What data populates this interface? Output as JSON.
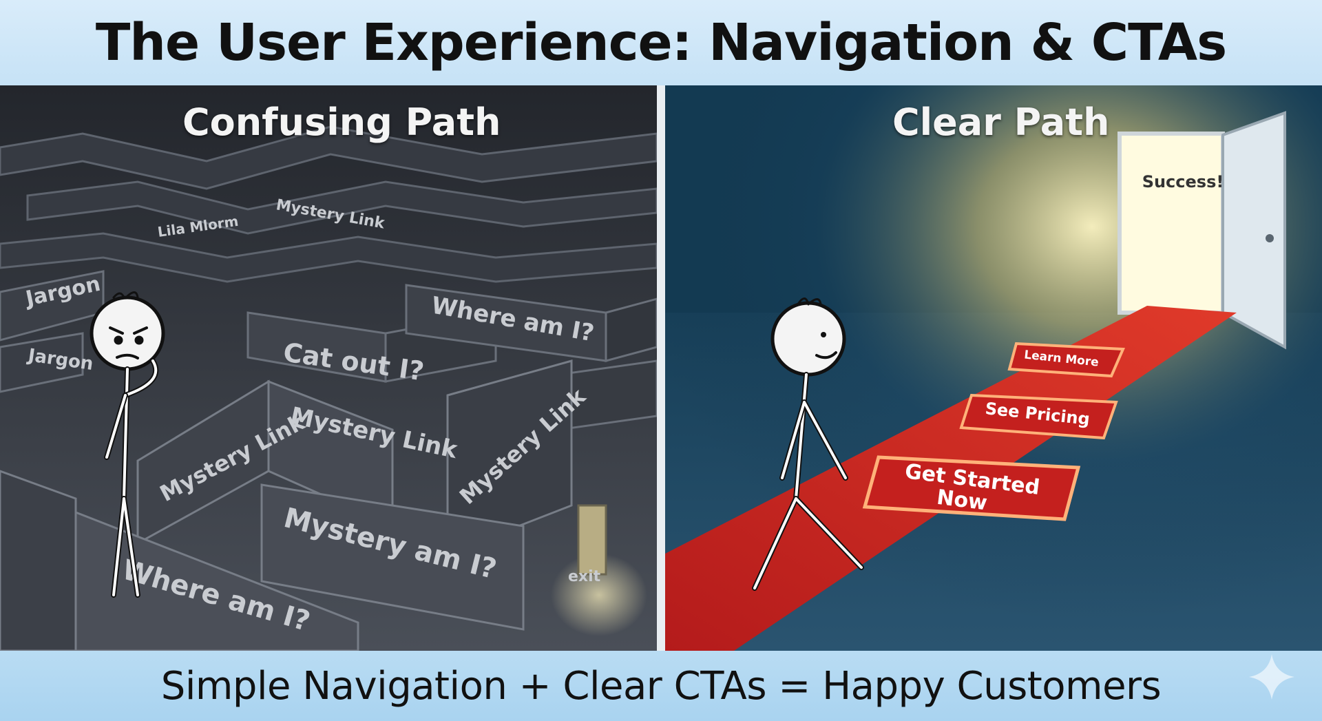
{
  "title": "The User Experience: Navigation & CTAs",
  "left_panel": {
    "heading": "Confusing Path",
    "wall_labels": [
      "Mystery Link",
      "Lila Mlorm",
      "Jargon",
      "Jargon",
      "Where am I?",
      "Cat out I?",
      "Mystery Link",
      "Mystery Link",
      "Mystery Link",
      "Mystery am I?",
      "Where am I?"
    ],
    "exit_label": "exit"
  },
  "right_panel": {
    "heading": "Clear Path",
    "door_label": "Success!",
    "cta_buttons": [
      "Learn More",
      "See Pricing",
      "Get Started",
      "Now"
    ]
  },
  "footer": "Simple Navigation + Clear CTAs = Happy Customers",
  "colors": {
    "maze_bg": "#2a2e35",
    "right_bg": "#123a52",
    "carpet": "#c8201f",
    "door_glow": "#fff8c8",
    "title_bar": "#cfe6f7"
  }
}
